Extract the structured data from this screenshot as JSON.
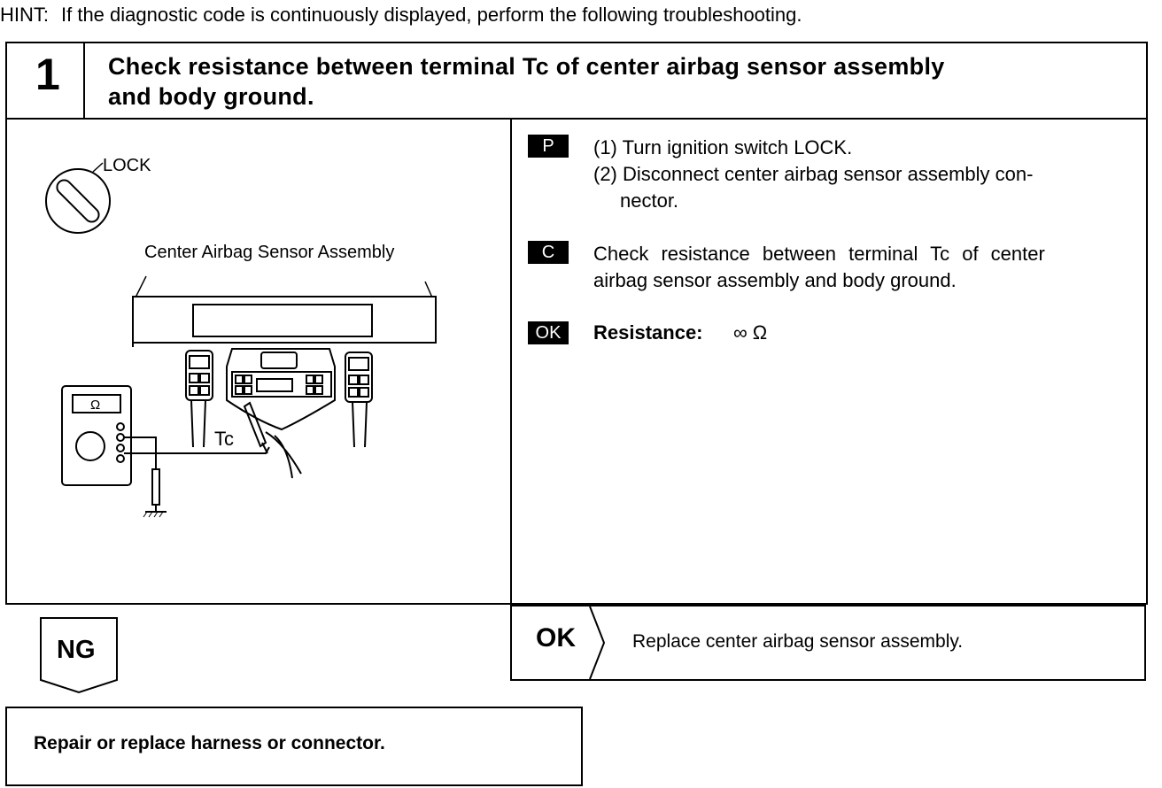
{
  "hint": {
    "label": "HINT:",
    "text": "If the diagnostic code is continuously displayed, perform the following troubleshooting."
  },
  "step": {
    "number": "1",
    "title_line1": "Check resistance between terminal Tc of center airbag sensor assembly",
    "title_line2": "and body ground."
  },
  "illustration": {
    "lock_label": "LOCK",
    "assembly_label": "Center Airbag Sensor Assembly",
    "tc_label": "Tc",
    "meter_symbol": "Ω"
  },
  "instructions": {
    "prep_tag": "P",
    "prep_items": [
      "(1) Turn ignition switch LOCK.",
      "(2) Disconnect center airbag sensor assembly con-",
      "nector."
    ],
    "check_tag": "C",
    "check_line1": "Check resistance between terminal Tc of center",
    "check_line2": "airbag sensor assembly and body ground.",
    "ok_tag": "OK",
    "resistance_label": "Resistance:",
    "resistance_value": "∞ Ω"
  },
  "ok_branch": {
    "label": "OK",
    "action": "Replace center airbag sensor assembly."
  },
  "ng_branch": {
    "label": "NG",
    "action": "Repair or replace harness or connector."
  }
}
